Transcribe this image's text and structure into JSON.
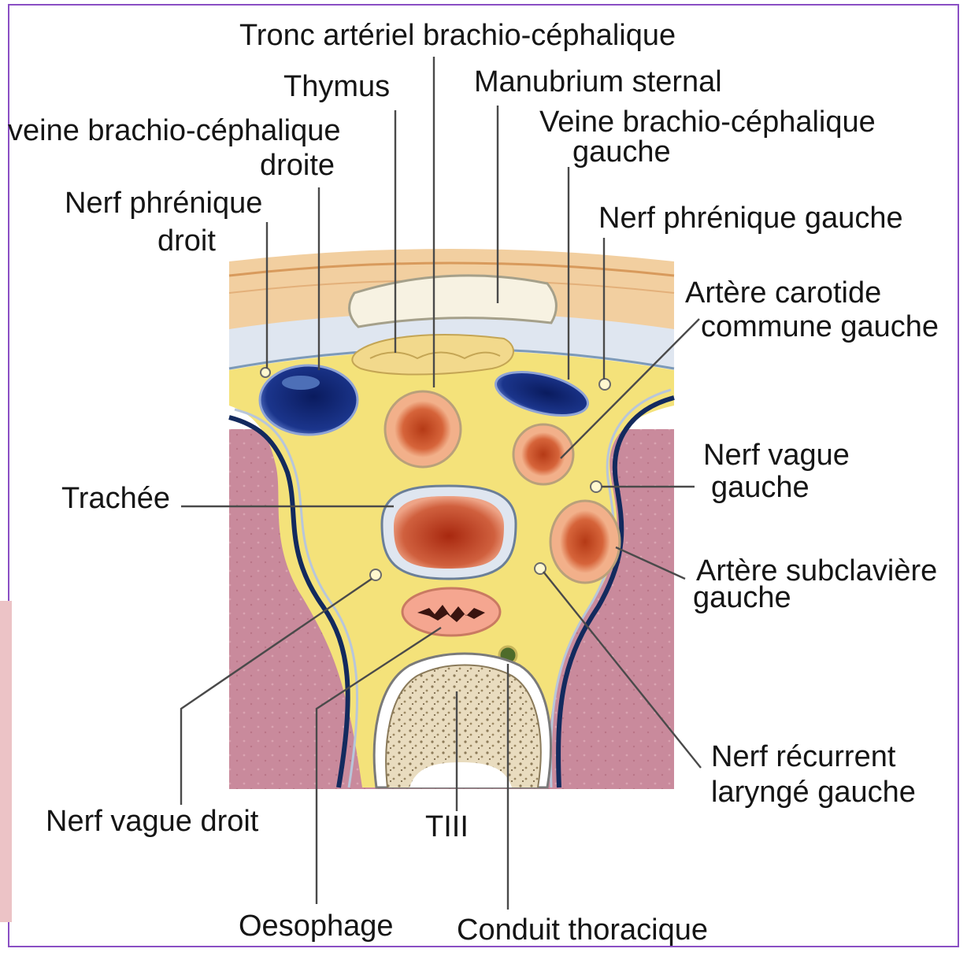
{
  "labels": {
    "tronc_arteriel": "Tronc artériel brachio-céphalique",
    "thymus": "Thymus",
    "manubrium": "Manubrium sternal",
    "veine_droite_1": "veine brachio-céphalique",
    "veine_droite_2": "droite",
    "veine_gauche_1": "Veine brachio-céphalique",
    "veine_gauche_2": "gauche",
    "nerf_phrenique_droit_1": "Nerf phrénique",
    "nerf_phrenique_droit_2": "droit",
    "nerf_phrenique_gauche": "Nerf phrénique gauche",
    "carotide_1": "Artère carotide",
    "carotide_2": "commune gauche",
    "nerf_vague_gauche_1": "Nerf vague",
    "nerf_vague_gauche_2": "gauche",
    "trachee": "Trachée",
    "subclaviere_1": "Artère subclavière",
    "subclaviere_2": "gauche",
    "recurrent_1": "Nerf récurrent",
    "recurrent_2": "laryngé gauche",
    "nerf_vague_droit": "Nerf vague droit",
    "vertebre": "TIII",
    "oesophage": "Oesophage",
    "conduit_thoracique": "Conduit thoracique"
  },
  "colors": {
    "frame": "#8a4fc4",
    "muscle": "#c98a9c",
    "fat": "#f4e27a",
    "skin": "#f2cfa0",
    "vein": "#132a78",
    "artery": "#c0461c",
    "artery_light": "#f0a27c",
    "bone": "#e9dcbf",
    "pink_block": "#ecc3c6"
  }
}
